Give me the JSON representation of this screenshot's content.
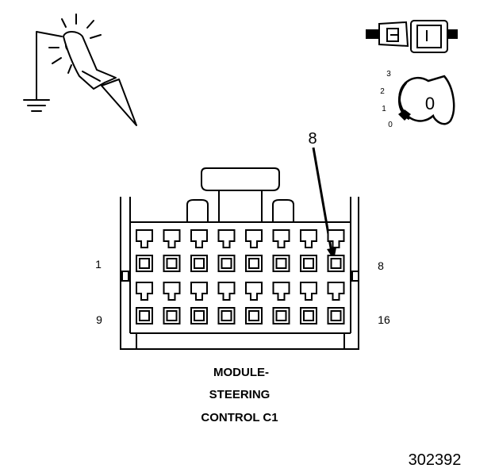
{
  "callout": {
    "pin_label": "8"
  },
  "connector": {
    "pin_row_top_left": "1",
    "pin_row_top_right": "8",
    "pin_row_bottom_left": "9",
    "pin_row_bottom_right": "16",
    "top_row_count": 8,
    "bottom_row_count": 8
  },
  "caption": {
    "line1": "MODULE-",
    "line2": "STEERING",
    "line3": "CONTROL C1"
  },
  "ignition": {
    "pos3": "3",
    "pos2": "2",
    "pos1": "1",
    "pos0": "0",
    "key_letter": "0"
  },
  "figure_number": "302392",
  "icons": [
    "test-probe-ground-icon",
    "fuse-icon",
    "ignition-key-icon"
  ]
}
